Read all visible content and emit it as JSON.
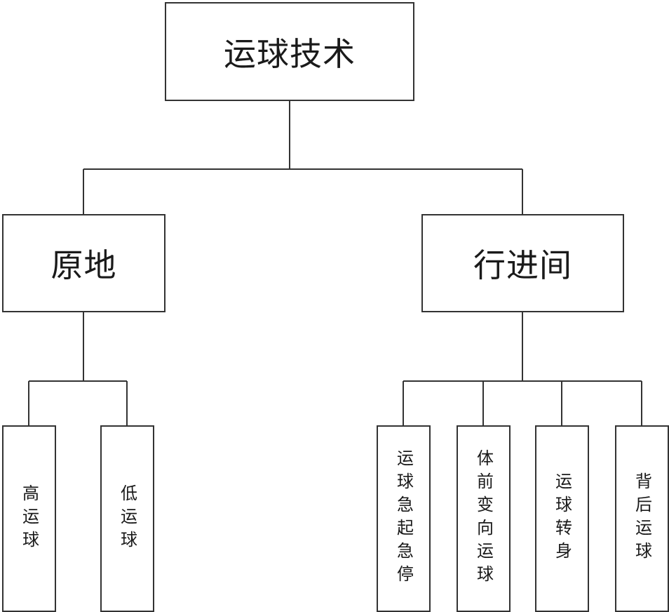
{
  "diagram": {
    "root": {
      "label": "运球技术"
    },
    "branches": [
      {
        "label": "原地",
        "children": [
          {
            "label": "高运球"
          },
          {
            "label": "低运球"
          }
        ]
      },
      {
        "label": "行进间",
        "children": [
          {
            "label": "运球急起急停"
          },
          {
            "label": "体前变向运球"
          },
          {
            "label": "运球转身"
          },
          {
            "label": "背后运球"
          }
        ]
      }
    ]
  }
}
